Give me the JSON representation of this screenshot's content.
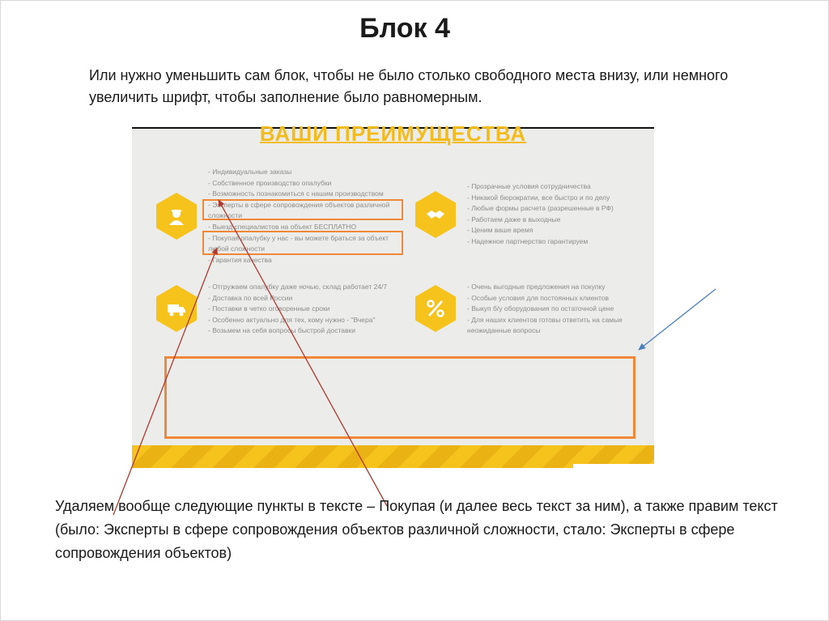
{
  "slide": {
    "title": "Блок 4",
    "intro": "Или нужно уменьшить сам блок, чтобы не было столько свободного места внизу, или немного увеличить шрифт, чтобы заполнение было равномерным.",
    "outro": "Удаляем вообще следующие пункты в тексте – Покупая (и далее весь текст за ним), а также правим текст (было: Эксперты в сфере сопровождения объектов различной сложности, стало: Эксперты в сфере сопровождения объектов)"
  },
  "screenshot": {
    "heading": "ВАШИ ПРЕИМУЩЕСТВА",
    "blocks": [
      {
        "icon": "worker-icon",
        "items": [
          "- Индивидуальные заказы",
          "- Собственное производство опалубки",
          "- Возможность познакомиться с нашим производством",
          "- Эксперты в сфере сопровождения объектов различной",
          "сложности",
          "- Выезд специалистов на объект БЕСПЛАТНО",
          "- Покупая опалубку у нас - вы можете браться за объект",
          "любой сложности",
          "- Гарантия качества"
        ]
      },
      {
        "icon": "handshake-icon",
        "items": [
          "- Прозрачные условия сотрудничества",
          "- Никакой бюрократии, все быстро и по делу",
          "- Любые формы расчета (разрешенные в РФ)",
          "- Работаем даже в выходные",
          "- Ценим ваше время",
          "- Надежное партнерство гарантируем"
        ]
      },
      {
        "icon": "truck-icon",
        "items": [
          "- Отгружаем опалубку даже ночью, склад работает 24/7",
          "- Доставка по всей России",
          "- Поставки в четко оговоренные сроки",
          "- Особенно актуально для тех, кому нужно - \"Вчера\"",
          "- Возьмем на себя вопросы быстрой доставки"
        ]
      },
      {
        "icon": "percent-icon",
        "items": [
          "- Очень выгодные предложения на покупку",
          "- Особые условия для постоянных клиентов",
          "- Выкуп б/у оборудования по остаточной цене",
          "- Для наших клиентов готовы ответить на самые",
          "неожиданные вопросы"
        ]
      }
    ]
  },
  "colors": {
    "accent_yellow": "#f6c21c",
    "highlight_orange": "#f0883a",
    "arrow_red": "#b03a2e",
    "arrow_blue": "#4a7fc1"
  }
}
